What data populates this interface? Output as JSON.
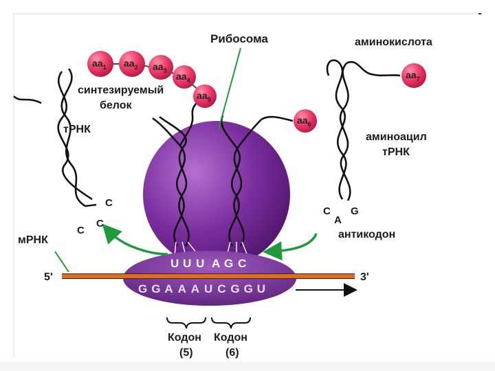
{
  "labels": {
    "ribosome": "Рибосома",
    "amino_acid": "аминокислота",
    "synth_protein_1": "синтезируемый",
    "synth_protein_2": "белок",
    "trna_left": "тРНК",
    "aminoacyl_1": "аминоацил",
    "aminoacyl_2": "тРНК",
    "anticodon": "антикодон",
    "mrna": "мРНК",
    "five_prime": "5'",
    "three_prime": "3'",
    "codon_5_word": "Кодон",
    "codon_5_num": "(5)",
    "codon_6_word": "Кодон",
    "codon_6_num": "(6)"
  },
  "amino_acids": [
    {
      "base": "aa",
      "sub": "1"
    },
    {
      "base": "aa",
      "sub": "2"
    },
    {
      "base": "aa",
      "sub": "3"
    },
    {
      "base": "aa",
      "sub": "4"
    },
    {
      "base": "aa",
      "sub": "5"
    },
    {
      "base": "aa",
      "sub": "6"
    },
    {
      "base": "aa",
      "sub": "7"
    }
  ],
  "trna_left_ends": [
    "C",
    "C",
    "C"
  ],
  "anticodon_bases": [
    "C",
    "A",
    "G"
  ],
  "ribosome_trna_bases": [
    "U",
    "U",
    "U",
    "A",
    "G",
    "C"
  ],
  "mrna_bases": [
    "G",
    "G",
    "A",
    "A",
    "A",
    "U",
    "C",
    "G",
    "G",
    "U"
  ],
  "colors": {
    "ribosome": "#6a2a8c",
    "ribosome_light": "#9a52b8",
    "mrna": "#e46a1e",
    "arrow_green": "#1f9a3a",
    "amino_acid": "#e8365f"
  }
}
